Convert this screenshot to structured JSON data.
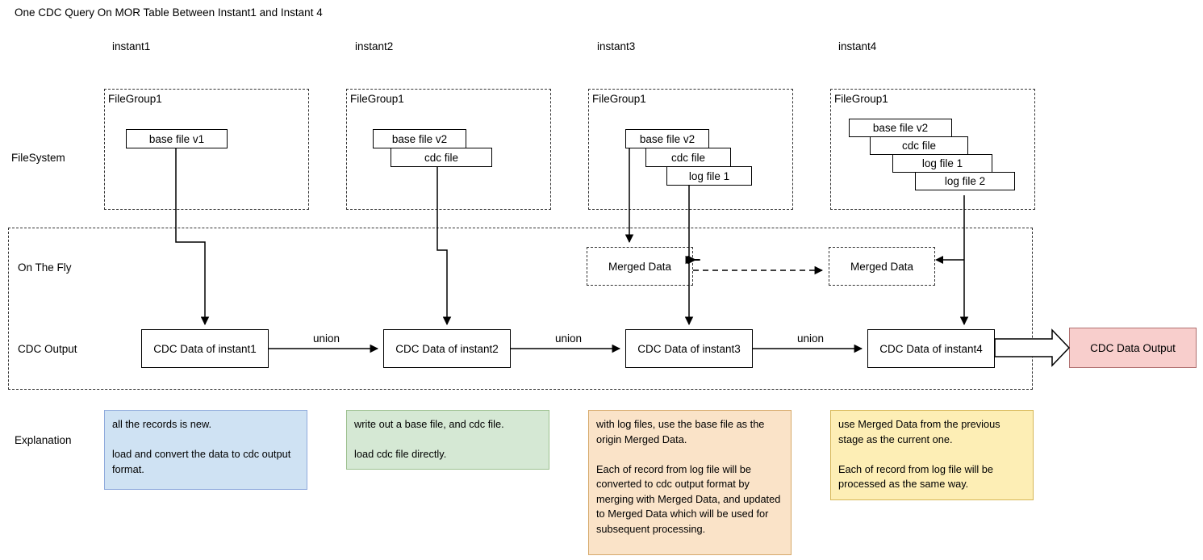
{
  "title": "One CDC Query On MOR Table Between Instant1 and Instant 4",
  "columns": [
    {
      "label": "instant1"
    },
    {
      "label": "instant2"
    },
    {
      "label": "instant3"
    },
    {
      "label": "instant4"
    }
  ],
  "row_labels": {
    "filesystem": "FileSystem",
    "on_the_fly": "On The Fly",
    "cdc_output": "CDC Output",
    "explanation": "Explanation"
  },
  "filegroups": [
    {
      "title": "FileGroup1",
      "files": [
        "base file v1"
      ]
    },
    {
      "title": "FileGroup1",
      "files": [
        "base file v2",
        "cdc file"
      ]
    },
    {
      "title": "FileGroup1",
      "files": [
        "base file v2",
        "cdc file",
        "log file 1"
      ]
    },
    {
      "title": "FileGroup1",
      "files": [
        "base file v2",
        "cdc file",
        "log file 1",
        "log file 2"
      ]
    }
  ],
  "merged_data": [
    {
      "label": "Merged Data"
    },
    {
      "label": "Merged Data"
    }
  ],
  "cdc_boxes": [
    {
      "label": "CDC Data of instant1"
    },
    {
      "label": "CDC Data of instant2"
    },
    {
      "label": "CDC Data of instant3"
    },
    {
      "label": "CDC Data of instant4"
    }
  ],
  "union_labels": [
    "union",
    "union",
    "union"
  ],
  "output_box": {
    "label": "CDC Data Output"
  },
  "explanations": [
    {
      "text": "all the records is new.\n\nload and convert the data to cdc output format.",
      "color": "#cfe2f3"
    },
    {
      "text": "write out a base file, and cdc file.\n\nload cdc file directly.",
      "color": "#d5e8d4"
    },
    {
      "text": "with log files, use the base file as the origin Merged Data.\n\nEach of record from log file will be converted to cdc output format by merging with Merged Data, and updated to Merged Data which will be used for subsequent processing.",
      "color": "#fae3c8"
    },
    {
      "text": "use Merged Data from the previous stage as the current one.\n\nEach of record from log file will be processed as the same way.",
      "color": "#fdeeb5"
    }
  ],
  "colors": {
    "output_fill": "#f8cecc",
    "output_stroke": "#b07070",
    "line": "#000000",
    "dashed_stroke": "#333333"
  }
}
